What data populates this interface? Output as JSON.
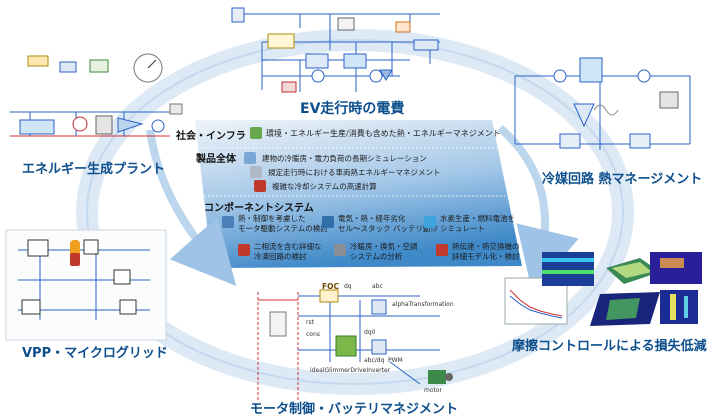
{
  "colors": {
    "label": "#0d4e8c",
    "ring": "#cfe0f0",
    "band_top": "#e6eef6",
    "band_bottom": "#2f7fc4",
    "wire_blue": "#2b63c9",
    "wire_red": "#d03030"
  },
  "labels": {
    "ev": "EV走行時の電費",
    "plant": "エネルギー生成プラント",
    "thermal": "冷媒回路 熱マネージメント",
    "vpp": "VPP・マイクログリッド",
    "motor": "モータ制御・バッテリマネジメント",
    "friction": "摩擦コントロールによる損失低減"
  },
  "layers": {
    "society": {
      "title": "社会・インフラ",
      "text": "環境・エネルギー生産/消費も含めた熱・エネルギーマネジメント"
    },
    "product": {
      "title": "製品全体",
      "items": [
        "建物の冷暖房・電力負荷の長期シミュレーション",
        "規定走行時における車両熱エネルギーマネジメント",
        "複雑な冷却システムの高速計算"
      ]
    },
    "component": {
      "title": "コンポーネントシステム",
      "items": [
        {
          "lines": [
            "熱・制御を考慮した",
            "モータ駆動システムの検討"
          ],
          "icon": "motor-icon",
          "color": "#4a7fb8"
        },
        {
          "lines": [
            "電気・熱・経年劣化",
            "セル～スタック バッテリ動作"
          ],
          "icon": "battery-icon",
          "color": "#2f6ea8"
        },
        {
          "lines": [
            "水素生産・燃料電池を",
            "シミュレート"
          ],
          "icon": "hydrogen-icon",
          "color": "#3ca3dc"
        },
        {
          "lines": [
            "二相流を含む詳細な",
            "冷凍回路の検討"
          ],
          "icon": "refrigeration-icon",
          "color": "#c0392b"
        },
        {
          "lines": [
            "冷暖房・換気・空調",
            "システムの分析"
          ],
          "icon": "hvac-icon",
          "color": "#8a8f96"
        },
        {
          "lines": [
            "熱伝達・熱交換機の",
            "詳細モデル化・検討"
          ],
          "icon": "heat-exchanger-icon",
          "color": "#c0392b"
        }
      ]
    }
  },
  "diagram_text": {
    "foc": "FOC",
    "dq": "dq",
    "abc": "abc",
    "dq0": "dq0",
    "abc_dq": "abc/dq",
    "pwm": "PWM",
    "rst": "rst",
    "cons": "cons",
    "alpha": "alphaTransformation",
    "ideal": "idealGlimmerDriveInverter",
    "motor": "motor"
  }
}
